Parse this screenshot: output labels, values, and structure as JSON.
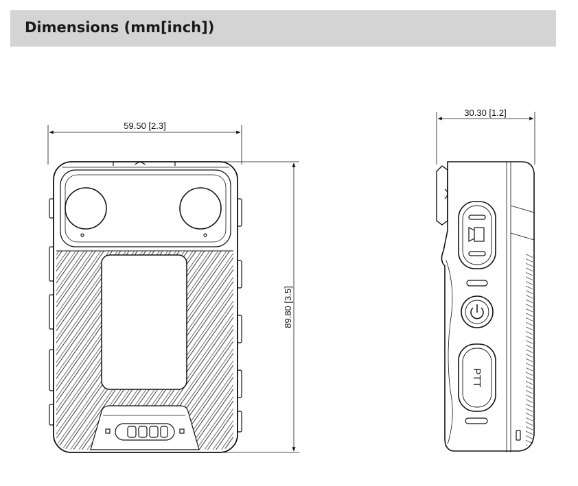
{
  "header": {
    "title": "Dimensions (mm[inch])"
  },
  "front_view": {
    "width_label": "59.50  [2.3]",
    "height_label": "89.80  [3.5]"
  },
  "side_view": {
    "depth_label": "30.30  [1.2]",
    "ptt_label": "PTT"
  },
  "colors": {
    "header_bg": "#d4d4d4",
    "line": "#111111"
  }
}
